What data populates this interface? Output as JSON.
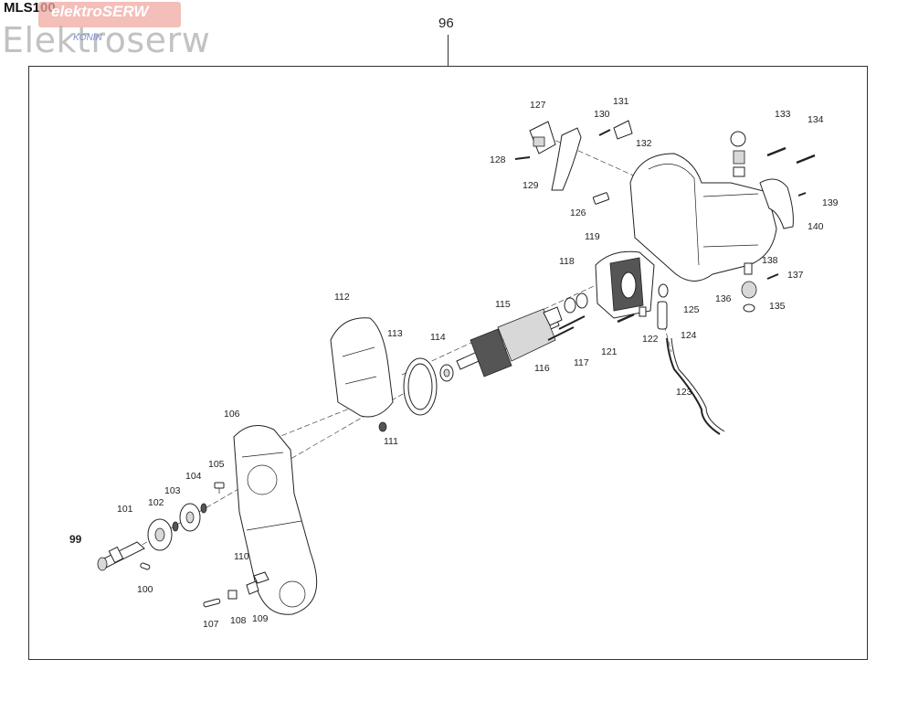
{
  "header": {
    "model": "MLS100",
    "brand_badge": "elektroSERW",
    "brand_city": "KONIN",
    "watermark": "Elektroserw"
  },
  "assembly": {
    "label": "96"
  },
  "parts": [
    "99",
    "100",
    "101",
    "102",
    "103",
    "104",
    "105",
    "106",
    "107",
    "108",
    "109",
    "110",
    "111",
    "112",
    "113",
    "114",
    "115",
    "116",
    "117",
    "118",
    "119",
    "121",
    "122",
    "123",
    "124",
    "125",
    "126",
    "127",
    "128",
    "129",
    "130",
    "131",
    "132",
    "133",
    "134",
    "135",
    "136",
    "137",
    "138",
    "139",
    "140"
  ],
  "colors": {
    "line": "#222222",
    "frame": "#333333",
    "badge": "#f0a8a2",
    "watermark": "#b8b8b8"
  }
}
